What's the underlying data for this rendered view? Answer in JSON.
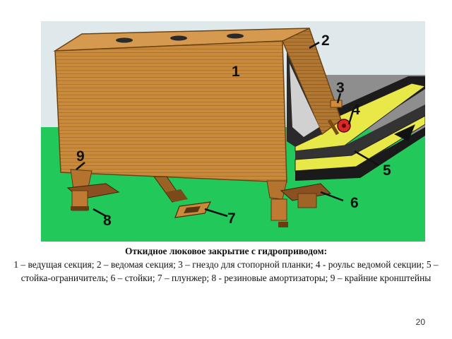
{
  "figure": {
    "callouts": [
      "1",
      "2",
      "3",
      "4",
      "5",
      "6",
      "7",
      "8",
      "9"
    ],
    "colors": {
      "sky": "#dfe8ea",
      "grass": "#22c85a",
      "lid_wood": "#c98a3c",
      "lid_edge": "#8a5a1e",
      "deck_gray": "#8e8e8e",
      "rail_yellow": "#e8e848",
      "roller_red": "#d8282a"
    }
  },
  "caption": {
    "title": "Откидное люковое закрытие с гидроприводом:",
    "body": "1 – ведущая секция; 2 – ведомая секция; 3 – гнездо для стопорной планки; 4 - роульс ведомой секции; 5 – стойка-ограничитель; 6 – стойки; 7 – плунжер; 8 - резиновые амортизаторы; 9 – крайние кронштейны"
  },
  "page_number": "20"
}
